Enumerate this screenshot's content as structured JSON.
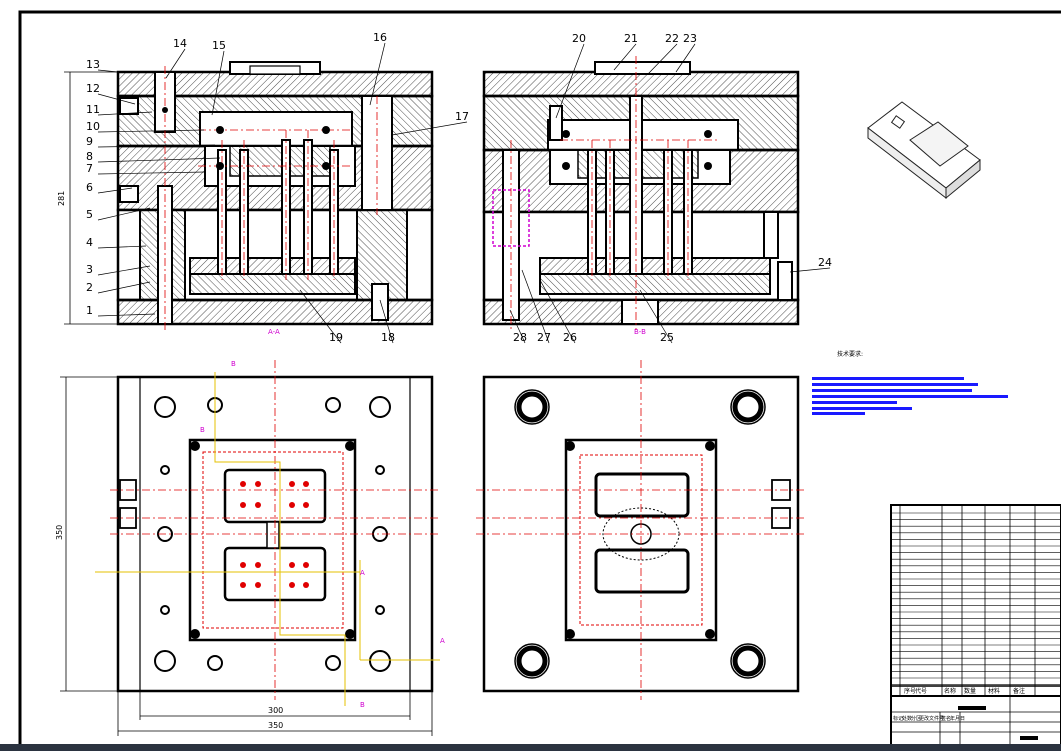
{
  "balloons": [
    "1",
    "2",
    "3",
    "4",
    "5",
    "6",
    "7",
    "8",
    "9",
    "10",
    "11",
    "12",
    "13",
    "14",
    "15",
    "16",
    "17",
    "18",
    "19",
    "20",
    "21",
    "22",
    "23",
    "24",
    "25",
    "26",
    "27",
    "28"
  ],
  "section_labels": {
    "aa": "A-A",
    "bb": "B-B",
    "a": "A",
    "b": "B"
  },
  "dimensions": {
    "height": "281",
    "width_inner": "300",
    "width_outer": "350",
    "depth": "350"
  },
  "notes_title": "技术要求:",
  "title_block": {
    "headers": [
      "序号",
      "代号",
      "名称",
      "数量",
      "材料",
      "备注"
    ],
    "lower_left": [
      "标记",
      "处数",
      "分区",
      "更改文件号",
      "签名",
      "年月日"
    ]
  },
  "colors": {
    "line": "#000000",
    "centerline": "#e00000",
    "section": "#d000d0",
    "note_bar": "#1a1aff",
    "projection": "#e6c200",
    "taskbar": "#2b3340"
  }
}
